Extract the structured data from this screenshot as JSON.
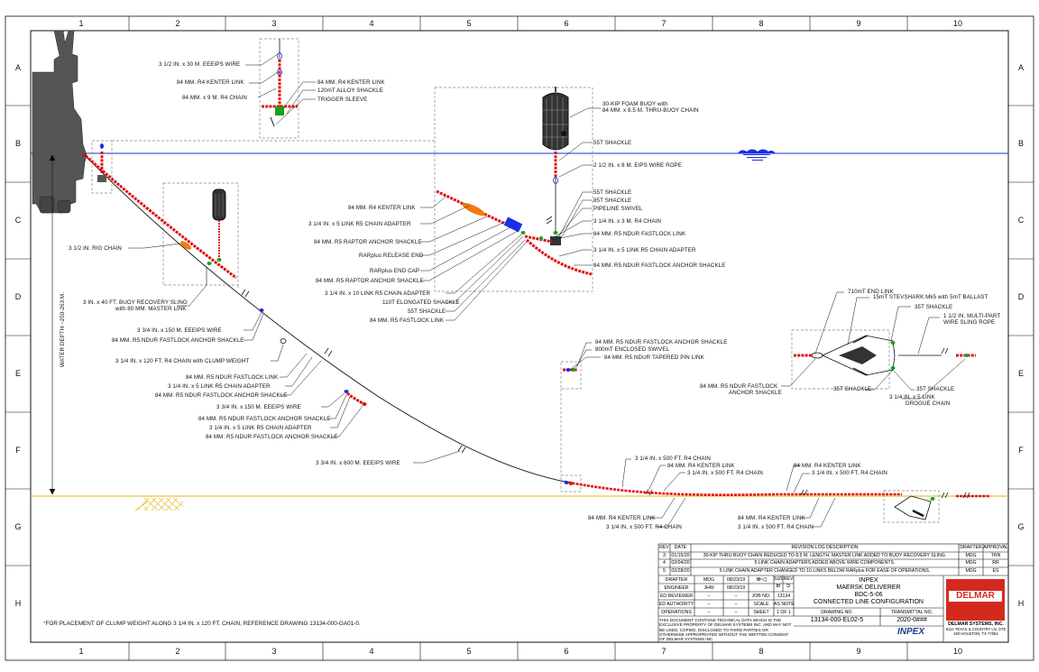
{
  "grid": {
    "columns": [
      "1",
      "2",
      "3",
      "4",
      "5",
      "6",
      "7",
      "8",
      "9",
      "10"
    ],
    "rows": [
      "A",
      "B",
      "C",
      "D",
      "E",
      "F",
      "G",
      "H"
    ]
  },
  "colors": {
    "water_line": "#1a2ee6",
    "seabed_line": "#e8c33a",
    "chain": "#e01010",
    "wire": "#111111",
    "shackle_green": "#1aa01a",
    "orange_part": "#f07a10",
    "blue_link": "#1a2ee6",
    "logo_red": "#d42a1e",
    "inpex_blue": "#1b3f8f"
  },
  "labels": {
    "wire_3_5_30": "3 1/2 IN. x 30 M. EEEIPS WIRE",
    "r4_kenter_link_top": "84 MM. R4 KENTER LINK",
    "r4_chain_9": "84 MM. x 9 M. R4 CHAIN",
    "r4_kenter_link_trig": "84 MM. R4 KENTER LINK",
    "alloy_shackle": "120mT ALLOY SHACKLE",
    "trigger_sleeve": "TRIGGER SLEEVE",
    "foam_buoy_1": "30-KIP FOAM BUOY with",
    "foam_buoy_2": "84 MM. x 8.5 M. THRU-BUOY CHAIN",
    "shackle_55t_a": "55T SHACKLE",
    "eips_rope": "2 1/2 IN. x 8 M. EIPS WIRE ROPE",
    "shackle_55t_b": "55T SHACKLE",
    "shackle_85t": "85T SHACKLE",
    "pipeline_swivel": "PIPELINE SWIVEL",
    "r4_chain_3": "3 1/4 IN. x 3 M. R4 CHAIN",
    "r5_ndur_fastlock_link": "84 MM. R5 NDUR FASTLOCK LINK",
    "r5_chain_adapter_5": "3 1/4 IN. x 5 LINK R5 CHAIN ADAPTER",
    "r5_ndur_fastlock_anchor": "84 MM. R5 NDUR FASTLOCK ANCHOR SHACKLE",
    "r4_kenter_link_c": "84 MM. R4 KENTER LINK",
    "r5_chain_adapter_c": "3 1/4 IN. x 5 LINK R5 CHAIN ADAPTER",
    "raptor_anchor_shackle": "84 MM. R5 RAPTOR ANCHOR SHACKLE",
    "rarplus_release": "RARplus RELEASE END",
    "rig_chain": "3 1/2 IN. RIG CHAIN",
    "rarplus_end_cap": "RARplus END CAP",
    "raptor_anchor_shackle_2": "84 MM. R5 RAPTOR ANCHOR SHACKLE",
    "r5_chain_adapter_10": "3 1/4 IN. x 10 LINK R5 CHAIN ADAPTER",
    "elongated_shackle": "110T ELONGATED SHACKLE",
    "shackle_55t_c": "55T SHACKLE",
    "r5_fastlock_link": "84 MM. R5 FASTLOCK LINK",
    "recovery_sling_1": "3 IN. x 40 FT. BUOY RECOVERY SLING",
    "recovery_sling_2": "with 80 MM. MASTER LINK",
    "water_depth": "WATER DEPTH ~250-263 M.",
    "eeeips_150_a": "3 3/4 IN. x 150 M. EEEIPS WIRE",
    "ndur_anchor_a": "84 MM. R5 NDUR FASTLOCK ANCHOR SHACKLE",
    "r4_chain_120": "3 1/4 IN. x 120 FT. R4 CHAIN with CLUMP WEIGHT",
    "r5_ndur_fastlock_link_2": "84 MM. R5 NDUR FASTLOCK LINK",
    "r5_chain_adapter_e": "3 1/4 IN. x 5 LINK R5 CHAIN ADAPTER",
    "ndur_anchor_b": "84 MM. R5 NDUR FASTLOCK ANCHOR SHACKLE",
    "eeeips_150_b": "3 3/4 IN. x 150 M. EEEIPS WIRE",
    "ndur_anchor_c": "84 MM. R5 NDUR FASTLOCK ANCHOR SHACKLE",
    "r5_chain_adapter_f": "3 1/4 IN. x 5 LINK R5 CHAIN ADAPTER",
    "ndur_anchor_d": "84 MM. R5 NDUR FASTLOCK ANCHOR SHACKLE",
    "eeeips_600": "3 3/4 IN. x 600 M. EEEIPS WIRE",
    "ndur_anchor_e": "84 MM. R5 NDUR FASTLOCK ANCHOR SHACKLE",
    "enclosed_swivel": "800mT ENCLOSED SWIVEL",
    "tapered_pin_link": "84 MM. R5 NDUR TAPERED PIN LINK",
    "end_link_710": "710mT END LINK",
    "stevshark": "15mT STEVSHARK Mk5 with 5mT BALLAST",
    "shackle_35t_a": "35T SHACKLE",
    "wire_sling_1": "1 1/2 IN. MULTI-PART",
    "wire_sling_2": "WIRE SLING ROPE",
    "ndur_fastlock_e_1": "84 MM. R5 NDUR FASTLOCK",
    "ndur_fastlock_e_2": "ANCHOR SHACKLE",
    "shackle_35t_b": "35T SHACKLE",
    "shackle_35t_c": "35T SHACKLE",
    "drogue_1": "3 1/4 IN. x 5 LINK",
    "drogue_2": "DROGUE CHAIN",
    "r4_chain_500_a": "3 1/4 IN. x 500 FT. R4 CHAIN",
    "r4_kenter_f1": "84 MM. R4 KENTER LINK",
    "r4_chain_500_b": "3 1/4 IN. x 500 FT. R4 CHAIN",
    "r4_kenter_f2": "84 MM. R4 KENTER LINK",
    "r4_chain_500_c": "3 1/4 IN. x 500 FT. R4 CHAIN",
    "r4_kenter_g1": "84 MM. R4 KENTER LINK",
    "r4_chain_500_d": "3 1/4 IN. x 500 FT. R4 CHAIN",
    "r4_kenter_g2": "84 MM. R4 KENTER LINK",
    "r4_chain_500_e": "3 1/4 IN. x 500 FT. R4 CHAIN"
  },
  "footnote": {
    "asterisk": "*",
    "text": "FOR PLACEMENT OF CLUMP WEIGHT ALONG 3 1/4 IN. x 120 FT. CHAIN, REFERENCE DRAWING 13134-000-GA01-0."
  },
  "revision_log": {
    "header": {
      "rev": "REV",
      "date": "DATE",
      "desc": "REVISION LOG DESCRIPTION",
      "drafter": "DRAFTER",
      "approval": "APPROVAL"
    },
    "rows": [
      {
        "rev": "3",
        "date": "01/15/20",
        "desc": "30-KIP THRU-BUOY CHAIN REDUCED TO 8.5 M. LENGTH. MASTER LINK ADDED TO BUOY RECOVERY SLING.",
        "drafter": "MDG",
        "approval": "TRN"
      },
      {
        "rev": "4",
        "date": "02/04/20",
        "desc": "5 LINK CHAIN ADAPTERS ADDED ABOVE WIRE COMPONENTS.",
        "drafter": "MDG",
        "approval": "RR"
      },
      {
        "rev": "5",
        "date": "02/28/20",
        "desc": "5 LINK CHAIN ADAPTER CHANGED TO 10 LINKS BELOW RARplus FOR EASE OF OPERATIONS.",
        "drafter": "MDG",
        "approval": "ES"
      }
    ]
  },
  "title_block": {
    "drafter_label": "DRAFTER",
    "drafter": "MDG",
    "drafter_date": "08/23/19",
    "engineer_label": "ENGINEER",
    "engineer": "JHW",
    "engineer_date": "08/23/19",
    "size_label": "SIZE",
    "size": "B",
    "rev_label": "REV",
    "rev": "5",
    "ed_reviewer_label": "ED REVIEWER",
    "ed_authority_label": "ED AUTHORITY",
    "operations_label": "OPERATIONS",
    "dash": "--",
    "job_no_label": "JOB NO.",
    "job_no": "13134",
    "scale_label": "SCALE",
    "scale": "AS NOTED",
    "sheet_label": "SHEET",
    "sheet": "1 OF 1",
    "proj_1": "INPEX",
    "proj_2": "MAERSK DELIVERER",
    "proj_3": "BDC-5-06",
    "proj_4": "CONNECTED LINE CONFIGURATION",
    "drawing_no_label": "DRAWING NO.",
    "drawing_no": "13134-000-EL02-5",
    "transmittal_label": "TRANSMITTAL NO.",
    "transmittal": "2020-0###",
    "disclaimer": "THIS DOCUMENT CONTAINS TECHNICAL DATA WHICH IS THE EXCLUSIVE PROPERTY OF DELMAR SYSTEMS INC. AND MAY NOT BE USED, COPIED, DISCLOSED TO THIRD PARTIES OR OTHERWISE APPROPRIATED WITHOUT THE WRITTEN CONSENT OF DELMAR SYSTEMS INC.",
    "company": "DELMAR SYSTEMS, INC.",
    "address": "8114 TEXAS & COUNTRY LN, STE 400 HOUSTON, TX 77084",
    "logo": "DELMAR",
    "client_logo": "INPEX"
  }
}
